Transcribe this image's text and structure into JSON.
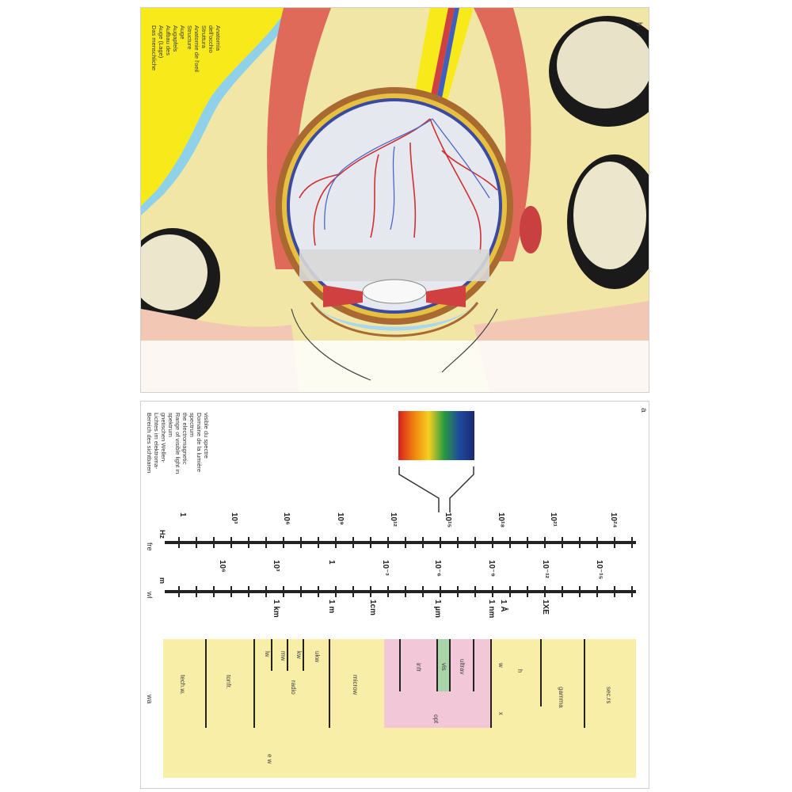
{
  "top_panel": {
    "panel_letter": "b",
    "caption_lines": [
      "Das menschliche",
      "Auge (Lage)",
      "Aufbau des",
      "Augapfels",
      "Auge",
      "Structure",
      "Anatomie de l'oeil",
      "Struttura",
      "dell'occhio",
      "Anatomía"
    ]
  },
  "bottom_panel": {
    "panel_letter": "a",
    "caption_lines": [
      "Bereich des sichtbaren",
      "Lichtes im elektroma-",
      "gnetischen Wellen-",
      "spektrum",
      "Range of visible light in",
      "the electromagnetic",
      "spectrum",
      "Domaine de la lumière",
      "visible du spectre"
    ],
    "axis_frequency": {
      "side_label": "fre",
      "unit": "Hz",
      "labels": [
        "1",
        "10³",
        "10⁶",
        "10⁹",
        "10¹²",
        "10¹⁵",
        "10¹⁸",
        "10²¹",
        "10²⁴"
      ]
    },
    "axis_wavelength": {
      "side_label": "wl",
      "unit": "m",
      "upper_labels": [
        "10⁶",
        "10³",
        "1",
        "10⁻³",
        "10⁻⁶",
        "10⁻⁹",
        "10⁻¹²",
        "10⁻¹⁵"
      ],
      "lower_labels": [
        "1 km",
        "1 m",
        "1cm",
        "1 µm",
        "1 nm",
        "1 Å",
        "1XE"
      ]
    },
    "bands_side_label": "wa",
    "bands": {
      "techw": "tech.w.",
      "tonfr": "tonfr.",
      "radio": "radio",
      "lw": "lw",
      "mw": "mw",
      "kw": "kw",
      "ukw": "ukw",
      "microw": "microw",
      "infr": "infr",
      "vis": "vis",
      "ultrav": "ultrav",
      "opt": "opt",
      "w": "w",
      "h": "h",
      "x": "x",
      "gamma": "gamma",
      "secrs": "sec.rs",
      "ew": "e w"
    },
    "spectrum_colors": [
      "#d62020",
      "#f08010",
      "#f5d020",
      "#2a9a40",
      "#1e4aa0",
      "#1a2a70"
    ]
  }
}
